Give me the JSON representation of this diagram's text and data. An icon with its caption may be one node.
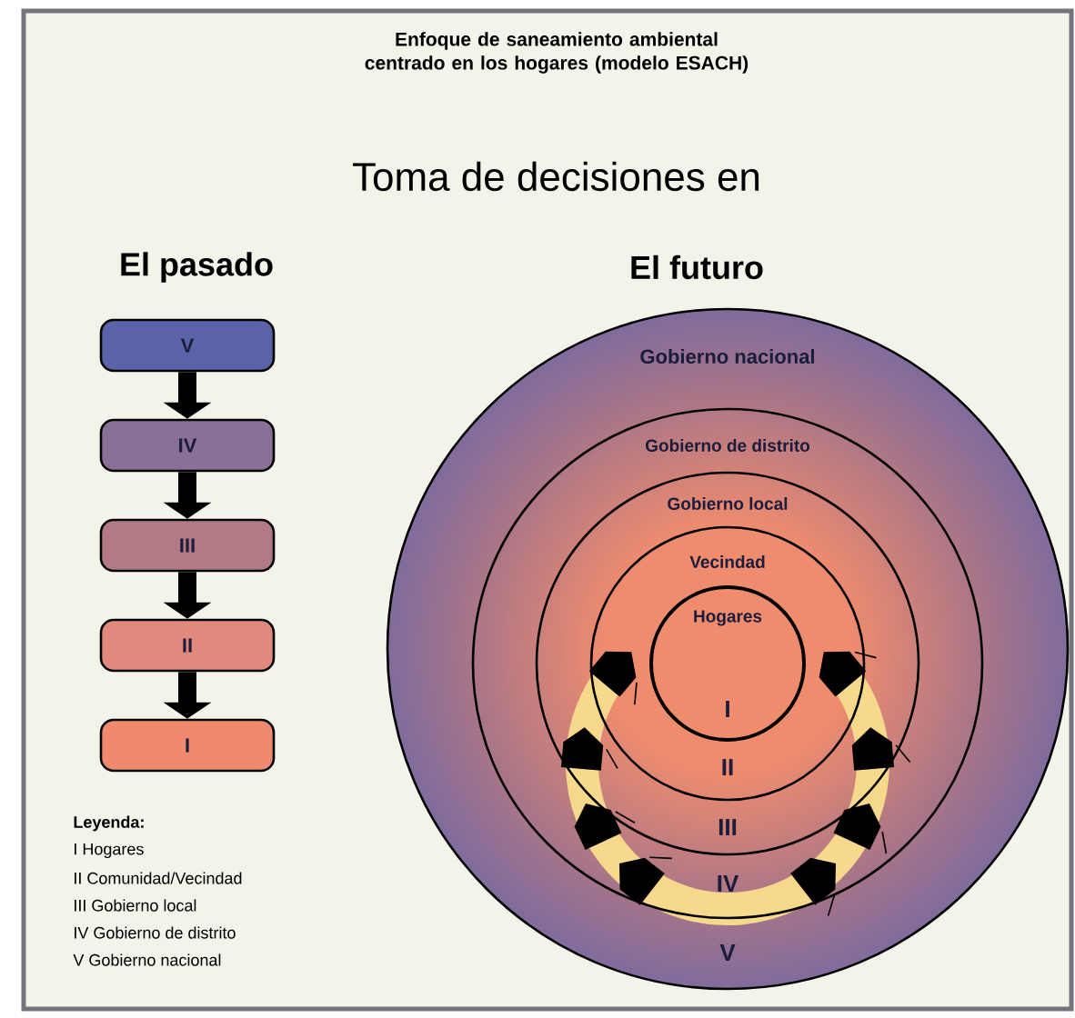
{
  "diagram": {
    "title": "Enfoque de saneamiento ambiental centrado en los hogares (modelo ESACH)",
    "nodes": [
      {
        "text": [
          "V"
        ]
      },
      {
        "text": [
          "IV"
        ]
      },
      {
        "text": [
          "III"
        ]
      },
      {
        "text": [
          "II"
        ]
      },
      {
        "text": [
          "I"
        ]
      },
      {
        "text": [
          "Gobierno nacional",
          "V"
        ]
      },
      {
        "text": [
          "Gobierno de distrito",
          "IV"
        ],
        "in": 5
      },
      {
        "text": [
          "Gobierno local",
          "III"
        ],
        "in": 6
      },
      {
        "text": [
          "Vecindad",
          "II"
        ],
        "in": 7
      },
      {
        "text": [
          "Hogares",
          "I"
        ],
        "in": 8
      }
    ],
    "edges": [
      {
        "from": 0,
        "to": 1,
        "arrow": "to"
      },
      {
        "from": 1,
        "to": 2,
        "arrow": "to"
      },
      {
        "from": 2,
        "to": 3,
        "arrow": "to"
      },
      {
        "from": 3,
        "to": 4,
        "arrow": "to"
      }
    ],
    "labels": [
      "Toma de decisiones en",
      "El pasado",
      "El futuro",
      "Leyenda:"
    ],
    "legend": [
      {
        "text": "I Hogares"
      },
      {
        "text": "II Comunidad/Vecindad"
      },
      {
        "text": "III Gobierno local"
      },
      {
        "text": "IV Gobierno de distrito"
      },
      {
        "text": "V Gobierno nacional"
      }
    ]
  }
}
